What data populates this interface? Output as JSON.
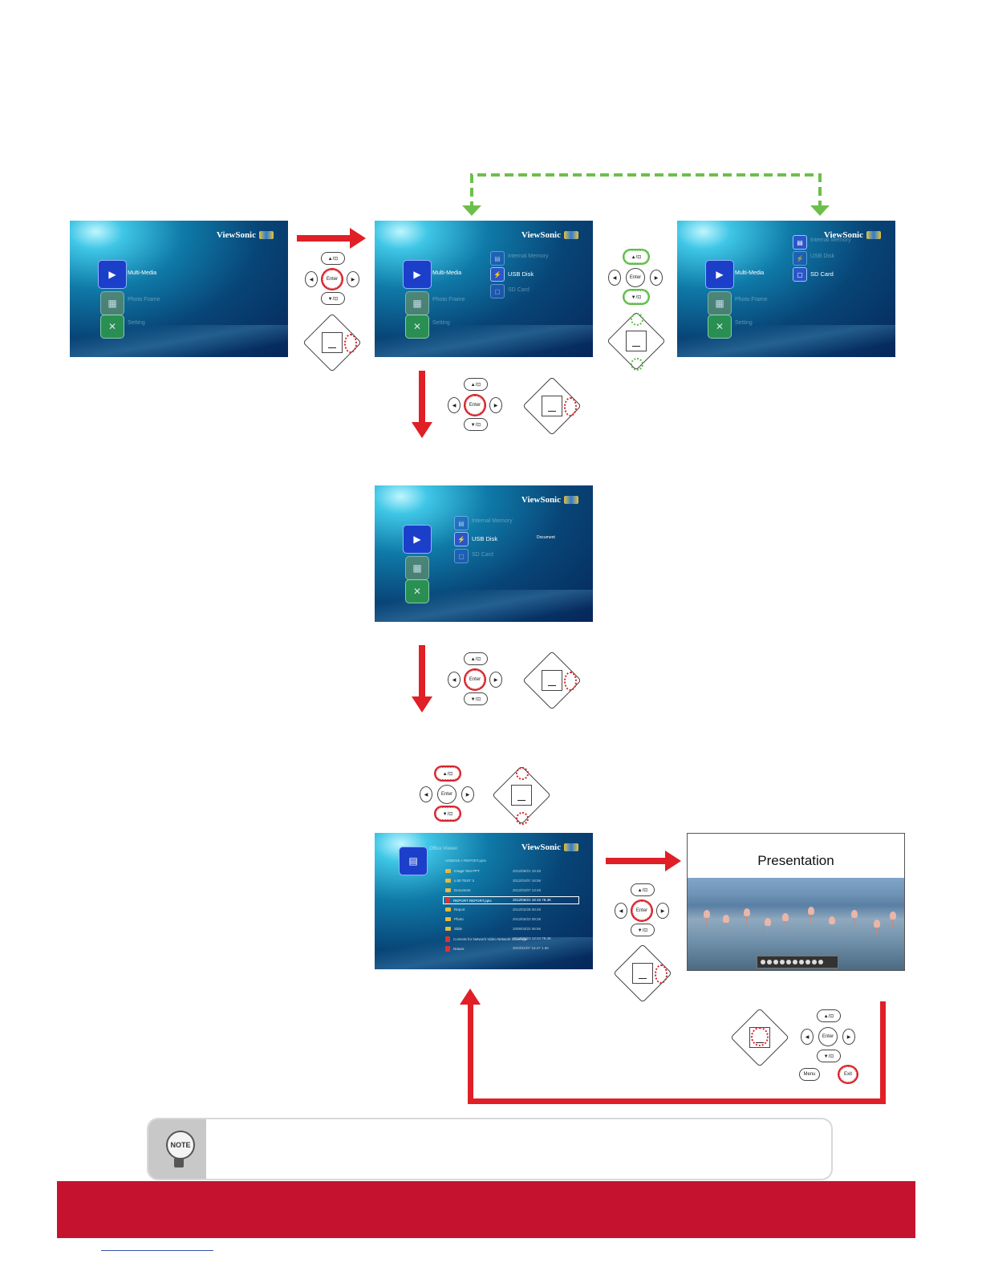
{
  "brand": "ViewSonic",
  "menu": {
    "multimedia": "Multi-Media",
    "photo": "Photo Frame",
    "setting": "Setting"
  },
  "devices": {
    "internal": "Internal Memory",
    "usb": "USB Disk",
    "sd": "SD Card"
  },
  "usb_folder": "Document",
  "file_browser": {
    "title": "Office Viewer",
    "path": "USBDisk > REPORT.pptx",
    "rows": [
      {
        "name": "Image Test PPT",
        "date": "2012/08/21 19:48",
        "type": "folder"
      },
      {
        "name": "x.00 TEST 3",
        "date": "2012/01/07 18:06",
        "type": "folder"
      },
      {
        "name": "Document",
        "date": "2012/01/07 13:48",
        "type": "folder"
      },
      {
        "name": "REPORT REPORT.pptx",
        "date": "2012/06/21 18:16   78.3K",
        "type": "pdf",
        "selected": true
      },
      {
        "name": "Report",
        "date": "2012/02/28 08:48",
        "type": "folder"
      },
      {
        "name": "Photo",
        "date": "2012/02/22 09:28",
        "type": "folder"
      },
      {
        "name": "Slide",
        "date": "2009/03/22 06:56",
        "type": "folder"
      },
      {
        "name": "Controls for Network Video Network Coverage",
        "date": "2013/05/21 14:44   78.4K",
        "type": "pdf"
      },
      {
        "name": "Nature",
        "date": "2010/11/07 16:47   1.6K",
        "type": "pdf"
      }
    ]
  },
  "presentation": {
    "title": "Presentation"
  },
  "keys": {
    "up": "▲/⊡",
    "down": "▼/⊡",
    "left": "◀",
    "right": "▶",
    "enter": "Enter",
    "menu": "Menu",
    "exit": "Exit"
  },
  "note": {
    "badge": "NOTE"
  },
  "colors": {
    "arrow_red": "#e01f26",
    "arrow_green": "#6dbf4b",
    "footer": "#c5132f"
  }
}
